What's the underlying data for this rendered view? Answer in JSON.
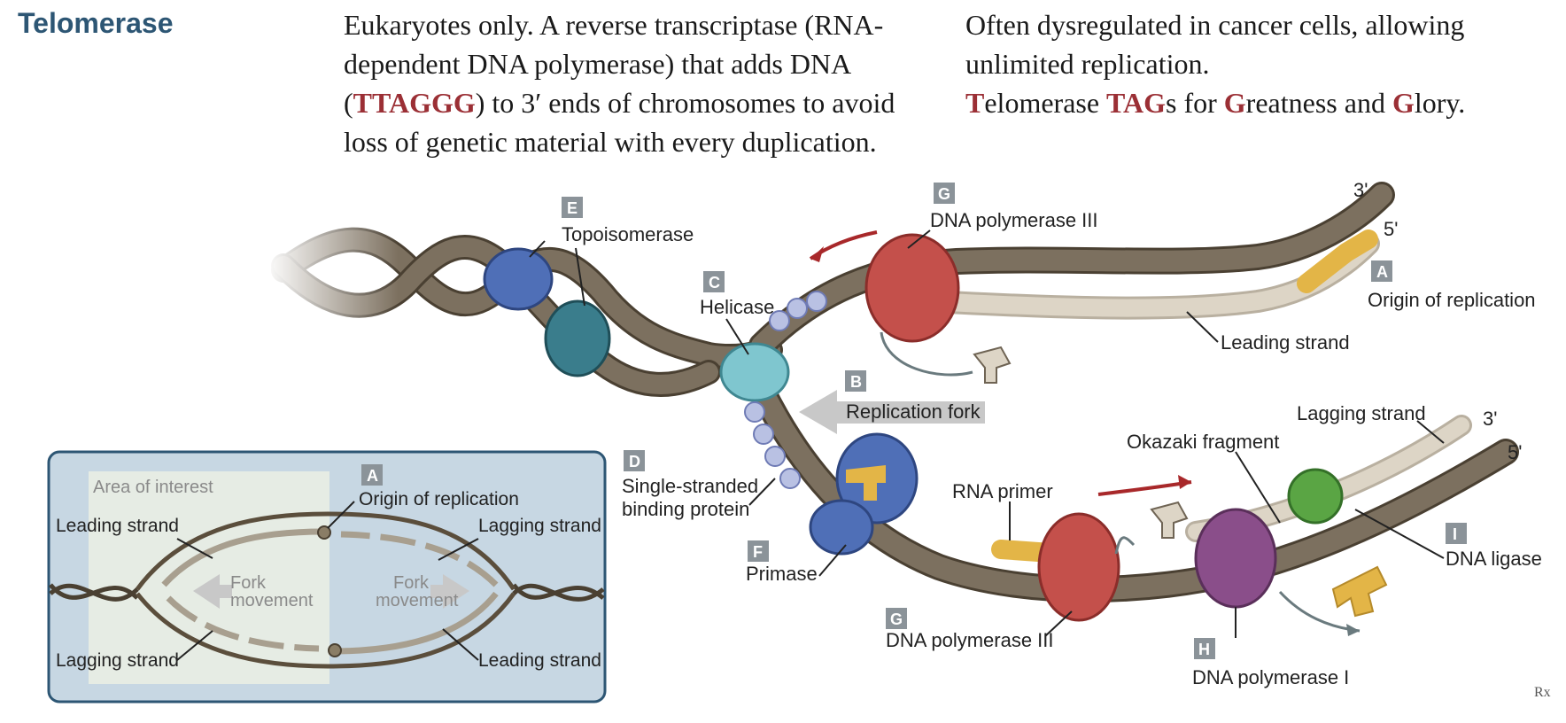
{
  "header": {
    "title": "Telomerase",
    "description_lines": [
      "Eukaryotes only. A reverse transcriptase (RNA-",
      "dependent DNA polymerase) that adds DNA",
      ") to 3′ ends of chromosomes to avoid",
      "loss of genetic material with every duplication."
    ],
    "sequence_open": "(",
    "sequence": "TTAGGG",
    "cancer_lines": [
      "Often dysregulated in cancer cells, allowing",
      "unlimited replication."
    ],
    "mnemonic": {
      "t": "T",
      "elomerase": "elomerase ",
      "tag": "TAG",
      "s_for": "s for ",
      "g1": "G",
      "reatness": "reatness and ",
      "g2": "G",
      "lory": "lory."
    }
  },
  "labels": {
    "topoisomerase": "Topoisomerase",
    "helicase": "Helicase",
    "dna_pol3_top": "DNA polymerase III",
    "dna_pol3_bottom": "DNA polymerase III",
    "origin": "Origin of replication",
    "leading_strand": "Leading strand",
    "replication_fork": "Replication fork",
    "lagging_strand": "Lagging strand",
    "okazaki": "Okazaki fragment",
    "rna_primer": "RNA primer",
    "ssb_line1": "Single-stranded",
    "ssb_line2": "binding protein",
    "primase": "Primase",
    "dna_ligase": "DNA ligase",
    "dna_pol1": "DNA polymerase I",
    "three_prime_top": "3'",
    "five_prime_top": "5'",
    "three_prime_bottom": "3'",
    "five_prime_bottom": "5'"
  },
  "badges": {
    "a": "A",
    "b": "B",
    "c": "C",
    "d": "D",
    "e": "E",
    "f": "F",
    "g": "G",
    "h": "H",
    "i": "I"
  },
  "inset": {
    "area": "Area of interest",
    "origin": "Origin of replication",
    "leading_tl": "Leading strand",
    "lagging_tr": "Lagging strand",
    "lagging_bl": "Lagging strand",
    "leading_br": "Leading strand",
    "fork": "Fork",
    "movement": "movement",
    "badge": "A"
  },
  "corner_mark": "Rx",
  "colors": {
    "title": "#2d5674",
    "highlight": "#9b2f35",
    "strand": "#6f6454",
    "new_strand": "#d8d0c2",
    "primer": "#f2c85b",
    "pol3": "#c4504b",
    "topo": "#4f6fb7",
    "gyrase": "#3a7d8c",
    "helicase": "#7fc6cf",
    "ligase": "#5aa544",
    "pol1": "#8a4e8a",
    "badge": "#8b9399",
    "inset_bg": "#c7d7e3"
  }
}
